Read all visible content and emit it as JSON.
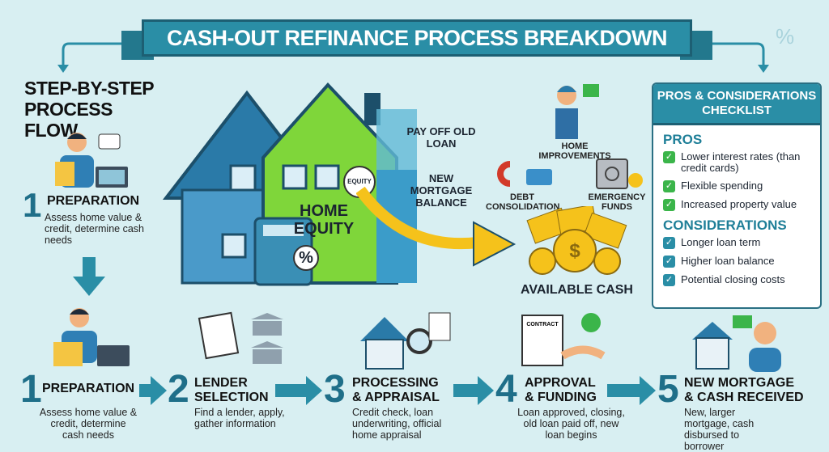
{
  "title": "CASH-OUT REFINANCE PROCESS BREAKDOWN",
  "left": {
    "heading": "STEP-BY-STEP PROCESS FLOW",
    "step": {
      "number": "1",
      "title": "PREPARATION",
      "desc": "Assess home value & credit, determine cash needs"
    }
  },
  "house": {
    "equity_tag": "EQUITY",
    "home_equity": "HOME EQUITY",
    "pay_off": "PAY OFF OLD LOAN",
    "new_balance": "NEW MORTGAGE BALANCE",
    "calc_symbol": "%"
  },
  "uses": {
    "home_improvements": "HOME IMPROVEMENTS",
    "debt_consolidation": "DEBT CONSOLIDATION",
    "emergency_funds": "EMERGENCY FUNDS",
    "available_cash": "AVAILABLE CASH"
  },
  "panel": {
    "title": "PROS & CONSIDERATIONS CHECKLIST",
    "pros_label": "PROS",
    "pros": [
      "Lower interest rates (than credit cards)",
      "Flexible spending",
      "Increased property value"
    ],
    "cons_label": "CONSIDERATIONS",
    "cons": [
      "Longer loan term",
      "Higher loan balance",
      "Potential closing costs"
    ]
  },
  "steps": [
    {
      "number": "1",
      "title": "PREPARATION",
      "desc": "Assess home value & credit, determine cash needs"
    },
    {
      "number": "2",
      "title": "LENDER SELECTION",
      "desc": "Find a lender, apply, gather information"
    },
    {
      "number": "3",
      "title": "PROCESSING & APPRAISAL",
      "desc": "Credit check, loan underwriting, official home appraisal"
    },
    {
      "number": "4",
      "title": "APPROVAL & FUNDING",
      "desc": "Loan approved, closing, old loan paid off, new loan begins"
    },
    {
      "number": "5",
      "title": "NEW MORTGAGE & CASH RECEIVED",
      "desc": "New, larger mortgage, cash disbursed to borrower"
    }
  ],
  "icons": {
    "check": "check-icon",
    "contract": "CONTRACT",
    "cash_symbol": "$"
  },
  "colors": {
    "background": "#d8eff2",
    "accent": "#2a8ea6",
    "equity": "#7fd63a",
    "cash": "#f5c21b",
    "pros_check": "#3bb54a",
    "cons_check": "#2a8ea6"
  }
}
